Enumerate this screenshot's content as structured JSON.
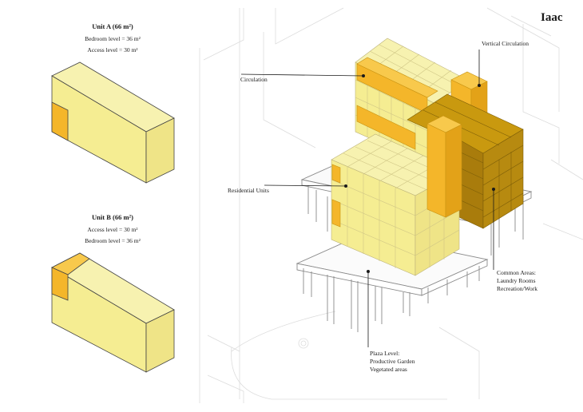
{
  "logo": "Iaac",
  "unit_a": {
    "title": "Unit A (66 m²)",
    "line1": "Bedroom level = 36 m²",
    "line2": "Access level = 30 m²"
  },
  "unit_b": {
    "title": "Unit B (66 m²)",
    "line1": "Access level = 30 m²",
    "line2": "Bedroom level = 36 m²"
  },
  "labels": {
    "vertical_circulation": "Vertical Circulation",
    "circulation": "Circulation",
    "residential_units": "Residential Units",
    "common_areas": [
      "Common Areas:",
      "Laundry Rooms",
      "Recreation/Work"
    ],
    "plaza_level": [
      "Plaza Level:",
      "Productive Garden",
      "Vegetated areas"
    ]
  },
  "colors": {
    "unit_yellow": "#f7f0a0",
    "circulation_orange": "#f6bd2b",
    "common_brown": "#b88a12",
    "context_lines": "#d8d8d8"
  }
}
